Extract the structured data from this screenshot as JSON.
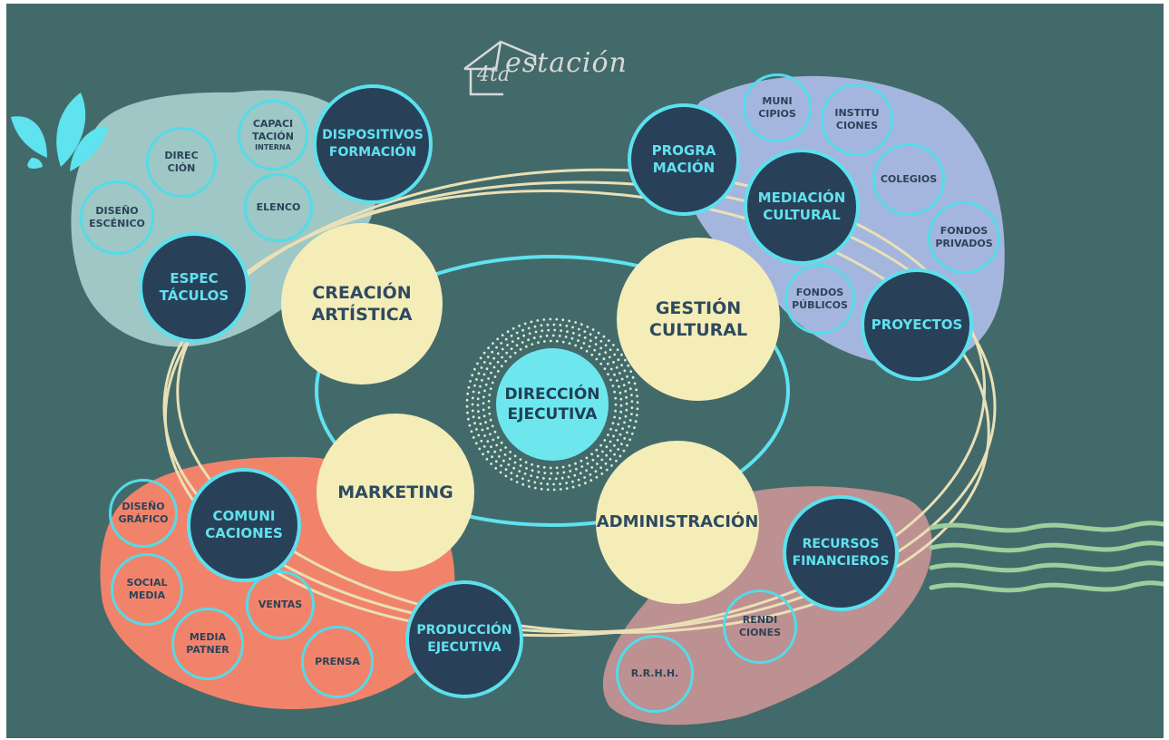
{
  "colors": {
    "background": "#436a6b",
    "core_node": "#f5edb8",
    "center_node": "#6ee6ee",
    "dark_node": "#284159",
    "outline_ring": "#52dce9",
    "blob_creacion": "#9ec7c5",
    "blob_gestion": "#a5b6de",
    "blob_marketing": "#f2836b",
    "blob_administracion": "#bd9092",
    "orbit_line": "#e9e0b5",
    "inner_ring": "#5ee3ef"
  },
  "icons": [
    "logo-house-icon",
    "leaf-icon",
    "waves-icon"
  ],
  "logo": {
    "number": "4ta",
    "name": "estación"
  },
  "center": {
    "label": "DIRECCIÓN\nEJECUTIVA"
  },
  "areas": {
    "creacion": {
      "label": "CREACIÓN\nARTÍSTICA",
      "units": {
        "dispositivos": "DISPOSITIVOS\nFORMACIÓN",
        "espectaculos": "ESPEC\nTÁCULOS"
      },
      "items": {
        "capacitacion": "CAPACI\nTACIÓN",
        "capacitacion_sub": "INTERNA",
        "direccion": "DIREC\nCIÓN",
        "diseno": "DISEÑO\nESCÉNICO",
        "elenco": "ELENCO"
      }
    },
    "gestion": {
      "label": "GESTIÓN\nCULTURAL",
      "units": {
        "programacion": "PROGRA\nMACIÓN",
        "mediacion": "MEDIACIÓN\nCULTURAL",
        "proyectos": "PROYECTOS"
      },
      "items": {
        "municipios": "MUNI\nCIPIOS",
        "instituciones": "INSTITU\nCIONES",
        "colegios": "COLEGIOS",
        "fondos_privados": "FONDOS\nPRIVADOS",
        "fondos_publicos": "FONDOS\nPÚBLICOS"
      }
    },
    "marketing": {
      "label": "MARKETING",
      "units": {
        "comunicaciones": "COMUNI\nCACIONES",
        "produccion": "PRODUCCIÓN\nEJECUTIVA"
      },
      "items": {
        "diseno_grafico": "DISEÑO\nGRÁFICO",
        "social_media": "SOCIAL\nMEDIA",
        "media_patner": "MEDIA\nPATNER",
        "ventas": "VENTAS",
        "prensa": "PRENSA"
      }
    },
    "administracion": {
      "label": "ADMINISTRACIÓN",
      "units": {
        "recursos": "RECURSOS\nFINANCIEROS"
      },
      "items": {
        "rendiciones": "RENDI\nCIONES",
        "rrhh": "R.R.H.H."
      }
    }
  }
}
